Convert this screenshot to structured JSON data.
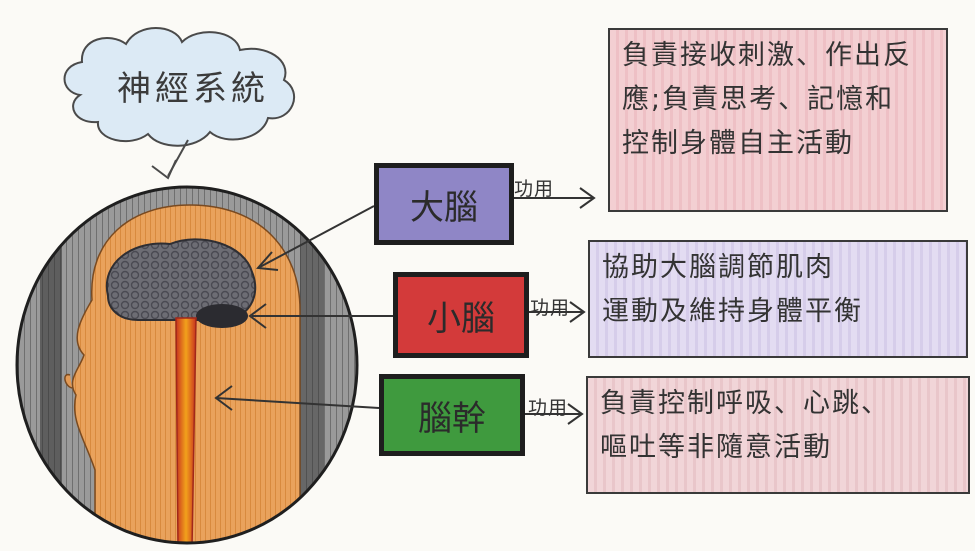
{
  "title": "神經系統",
  "parts": [
    {
      "id": "cerebrum",
      "name": "大腦",
      "function_label": "功用",
      "description_lines": [
        "負責接收刺激、作出反",
        "應;負責思考、記憶和",
        "控制身體自主活動"
      ],
      "box_color": "#8f86c6"
    },
    {
      "id": "cerebellum",
      "name": "小腦",
      "function_label": "功用",
      "description_lines": [
        "協助大腦調節肌肉",
        "運動及維持身體平衡"
      ],
      "box_color": "#d33a3a"
    },
    {
      "id": "brainstem",
      "name": "腦幹",
      "function_label": "功用",
      "description_lines": [
        "負責控制呼吸、心跳、",
        "嘔吐等非隨意活動"
      ],
      "box_color": "#3f9a3e"
    }
  ]
}
